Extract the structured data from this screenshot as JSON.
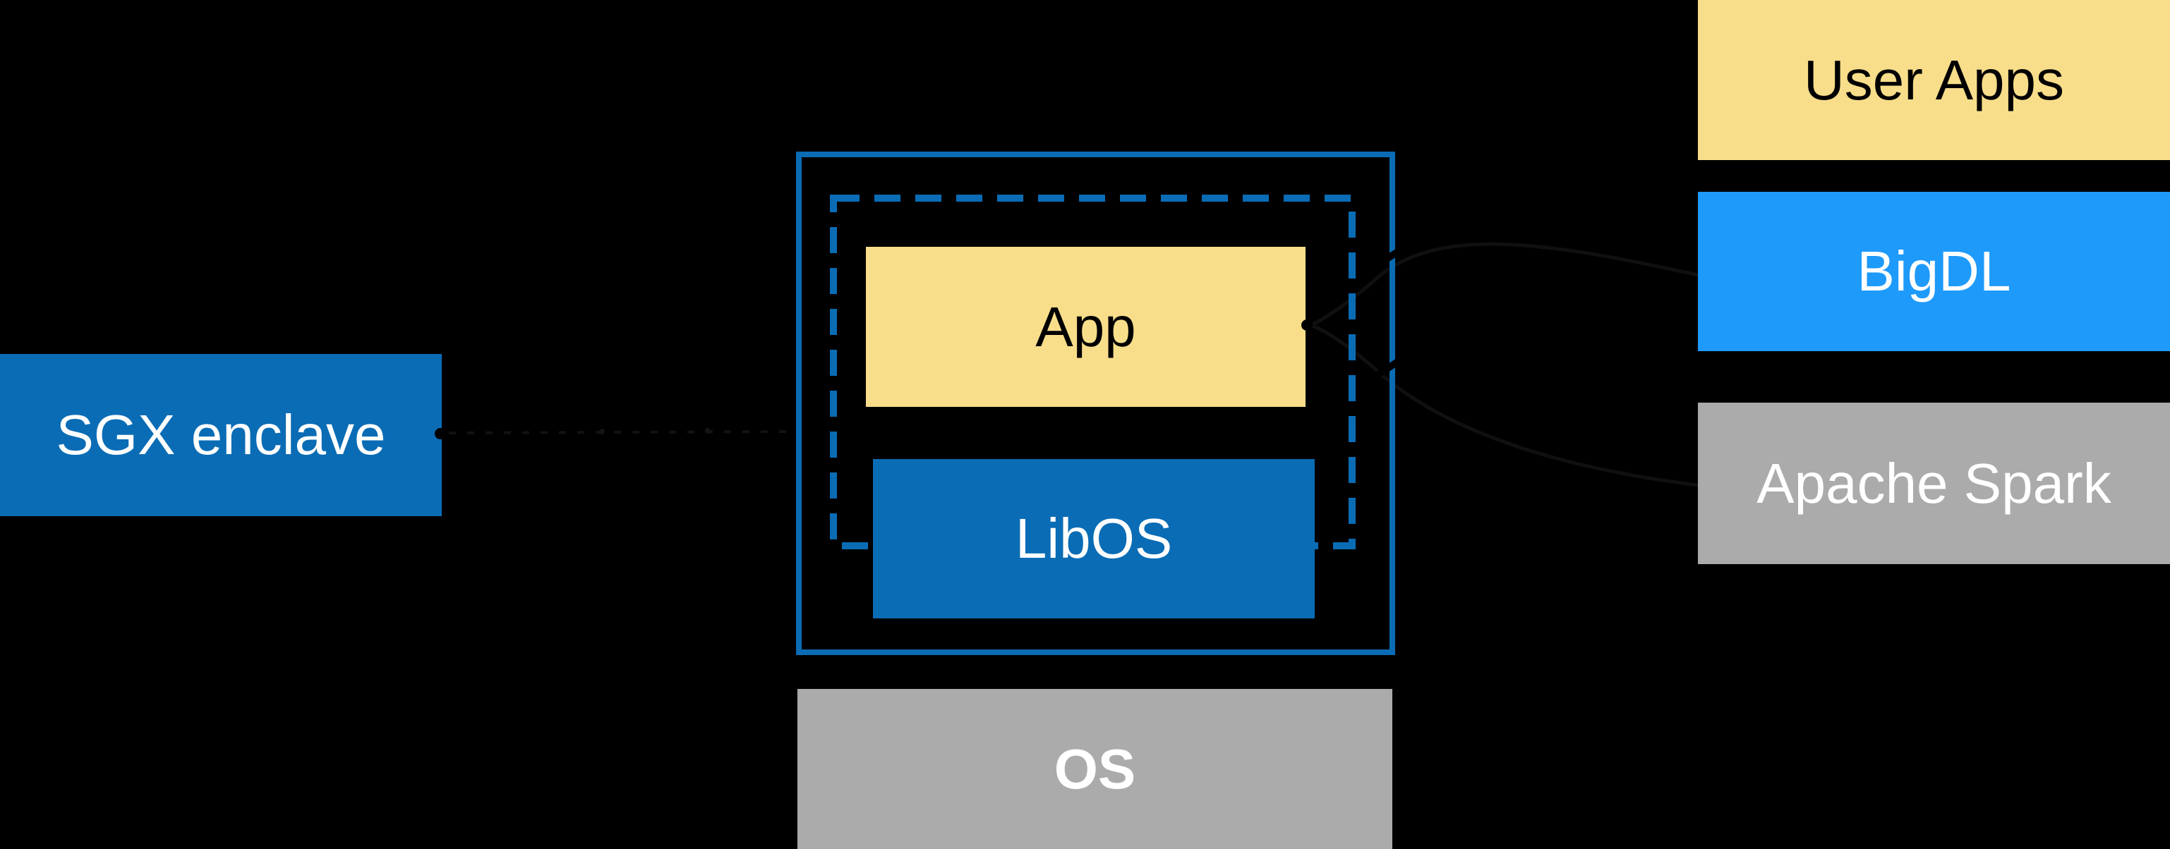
{
  "title": "SGX enclave LibOS architecture diagram",
  "colors": {
    "background": "#000000",
    "intel_blue": "#0a6cb5",
    "azure": "#1e9afa",
    "gold": "#f8de8b",
    "gray": "#ababab",
    "white_text": "#ffffff",
    "black_text": "#000000",
    "connector_dark": "#101010"
  },
  "left_block": {
    "sgx_enclave_label": "SGX enclave"
  },
  "enclave_cluster": {
    "app_label": "App",
    "libos_label": "LibOS",
    "os_label": "OS"
  },
  "right_stack": {
    "user_apps_label": "User Apps",
    "bigdl_label": "BigDL",
    "apache_spark_label": "Apache Spark"
  }
}
